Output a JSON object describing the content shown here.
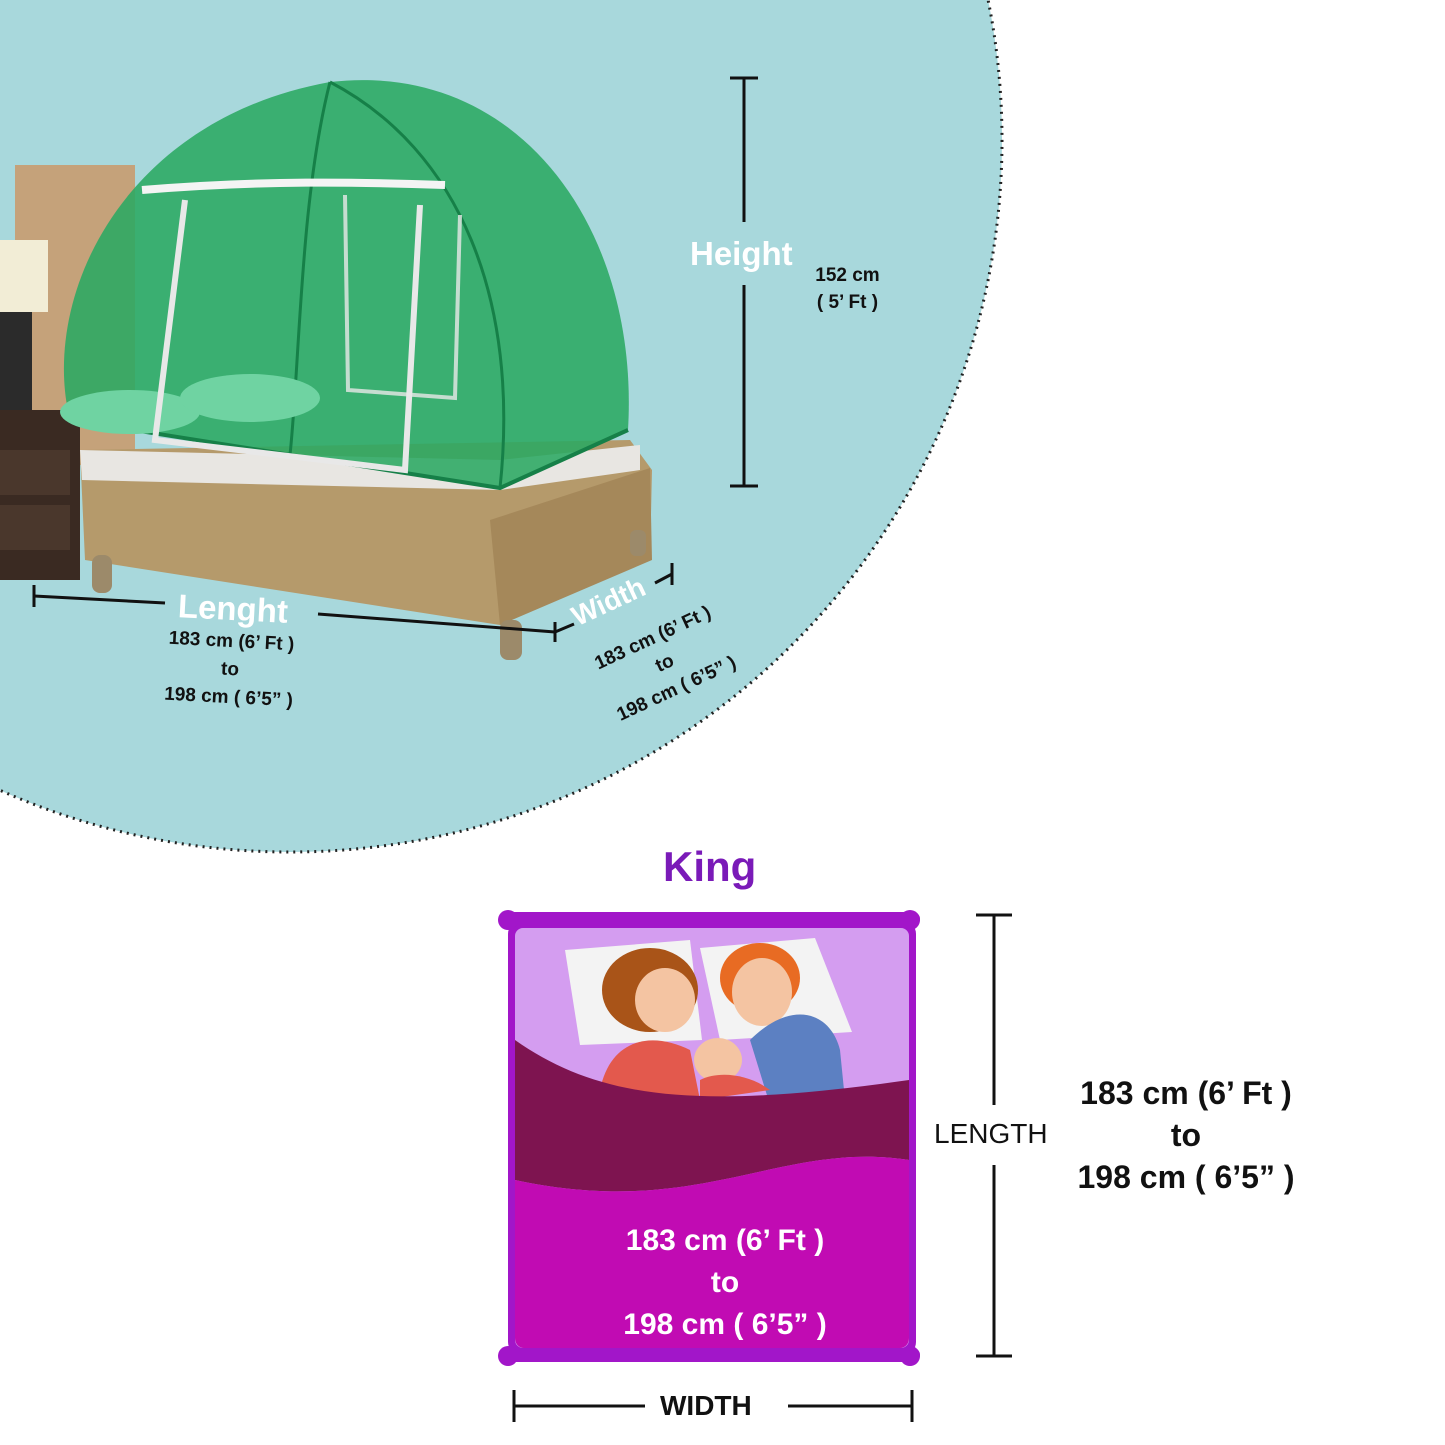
{
  "colors": {
    "circle_bg": "#a8d8dc",
    "net_green": "#1f9a5a",
    "bed_gold": "#b59a6b",
    "title_purple": "#7a1ab8",
    "sheet_lilac": "#d49df0",
    "blanket_maroon": "#7e1450",
    "blanket_magenta": "#c10bb3",
    "frame_purple": "#a216c9"
  },
  "tent": {
    "height_label": "Height",
    "height_value_line1": "152 cm",
    "height_value_line2": "( 5’ Ft )",
    "length_label": "Lenght",
    "length_value_line1": "183 cm (6’ Ft )",
    "length_value_line2": "to",
    "length_value_line3": "198 cm ( 6’5” )",
    "width_label": "Width",
    "width_value_line1": "183 cm (6’ Ft )",
    "width_value_line2": "to",
    "width_value_line3": "198 cm ( 6’5” )"
  },
  "bed": {
    "title": "King",
    "inside_line1": "183 cm (6’ Ft )",
    "inside_line2": "to",
    "inside_line3": "198 cm ( 6’5” )",
    "length_label": "LENGTH",
    "length_line1": "183 cm (6’ Ft )",
    "length_line2": "to",
    "length_line3": "198 cm ( 6’5” )",
    "width_label": "WIDTH"
  }
}
